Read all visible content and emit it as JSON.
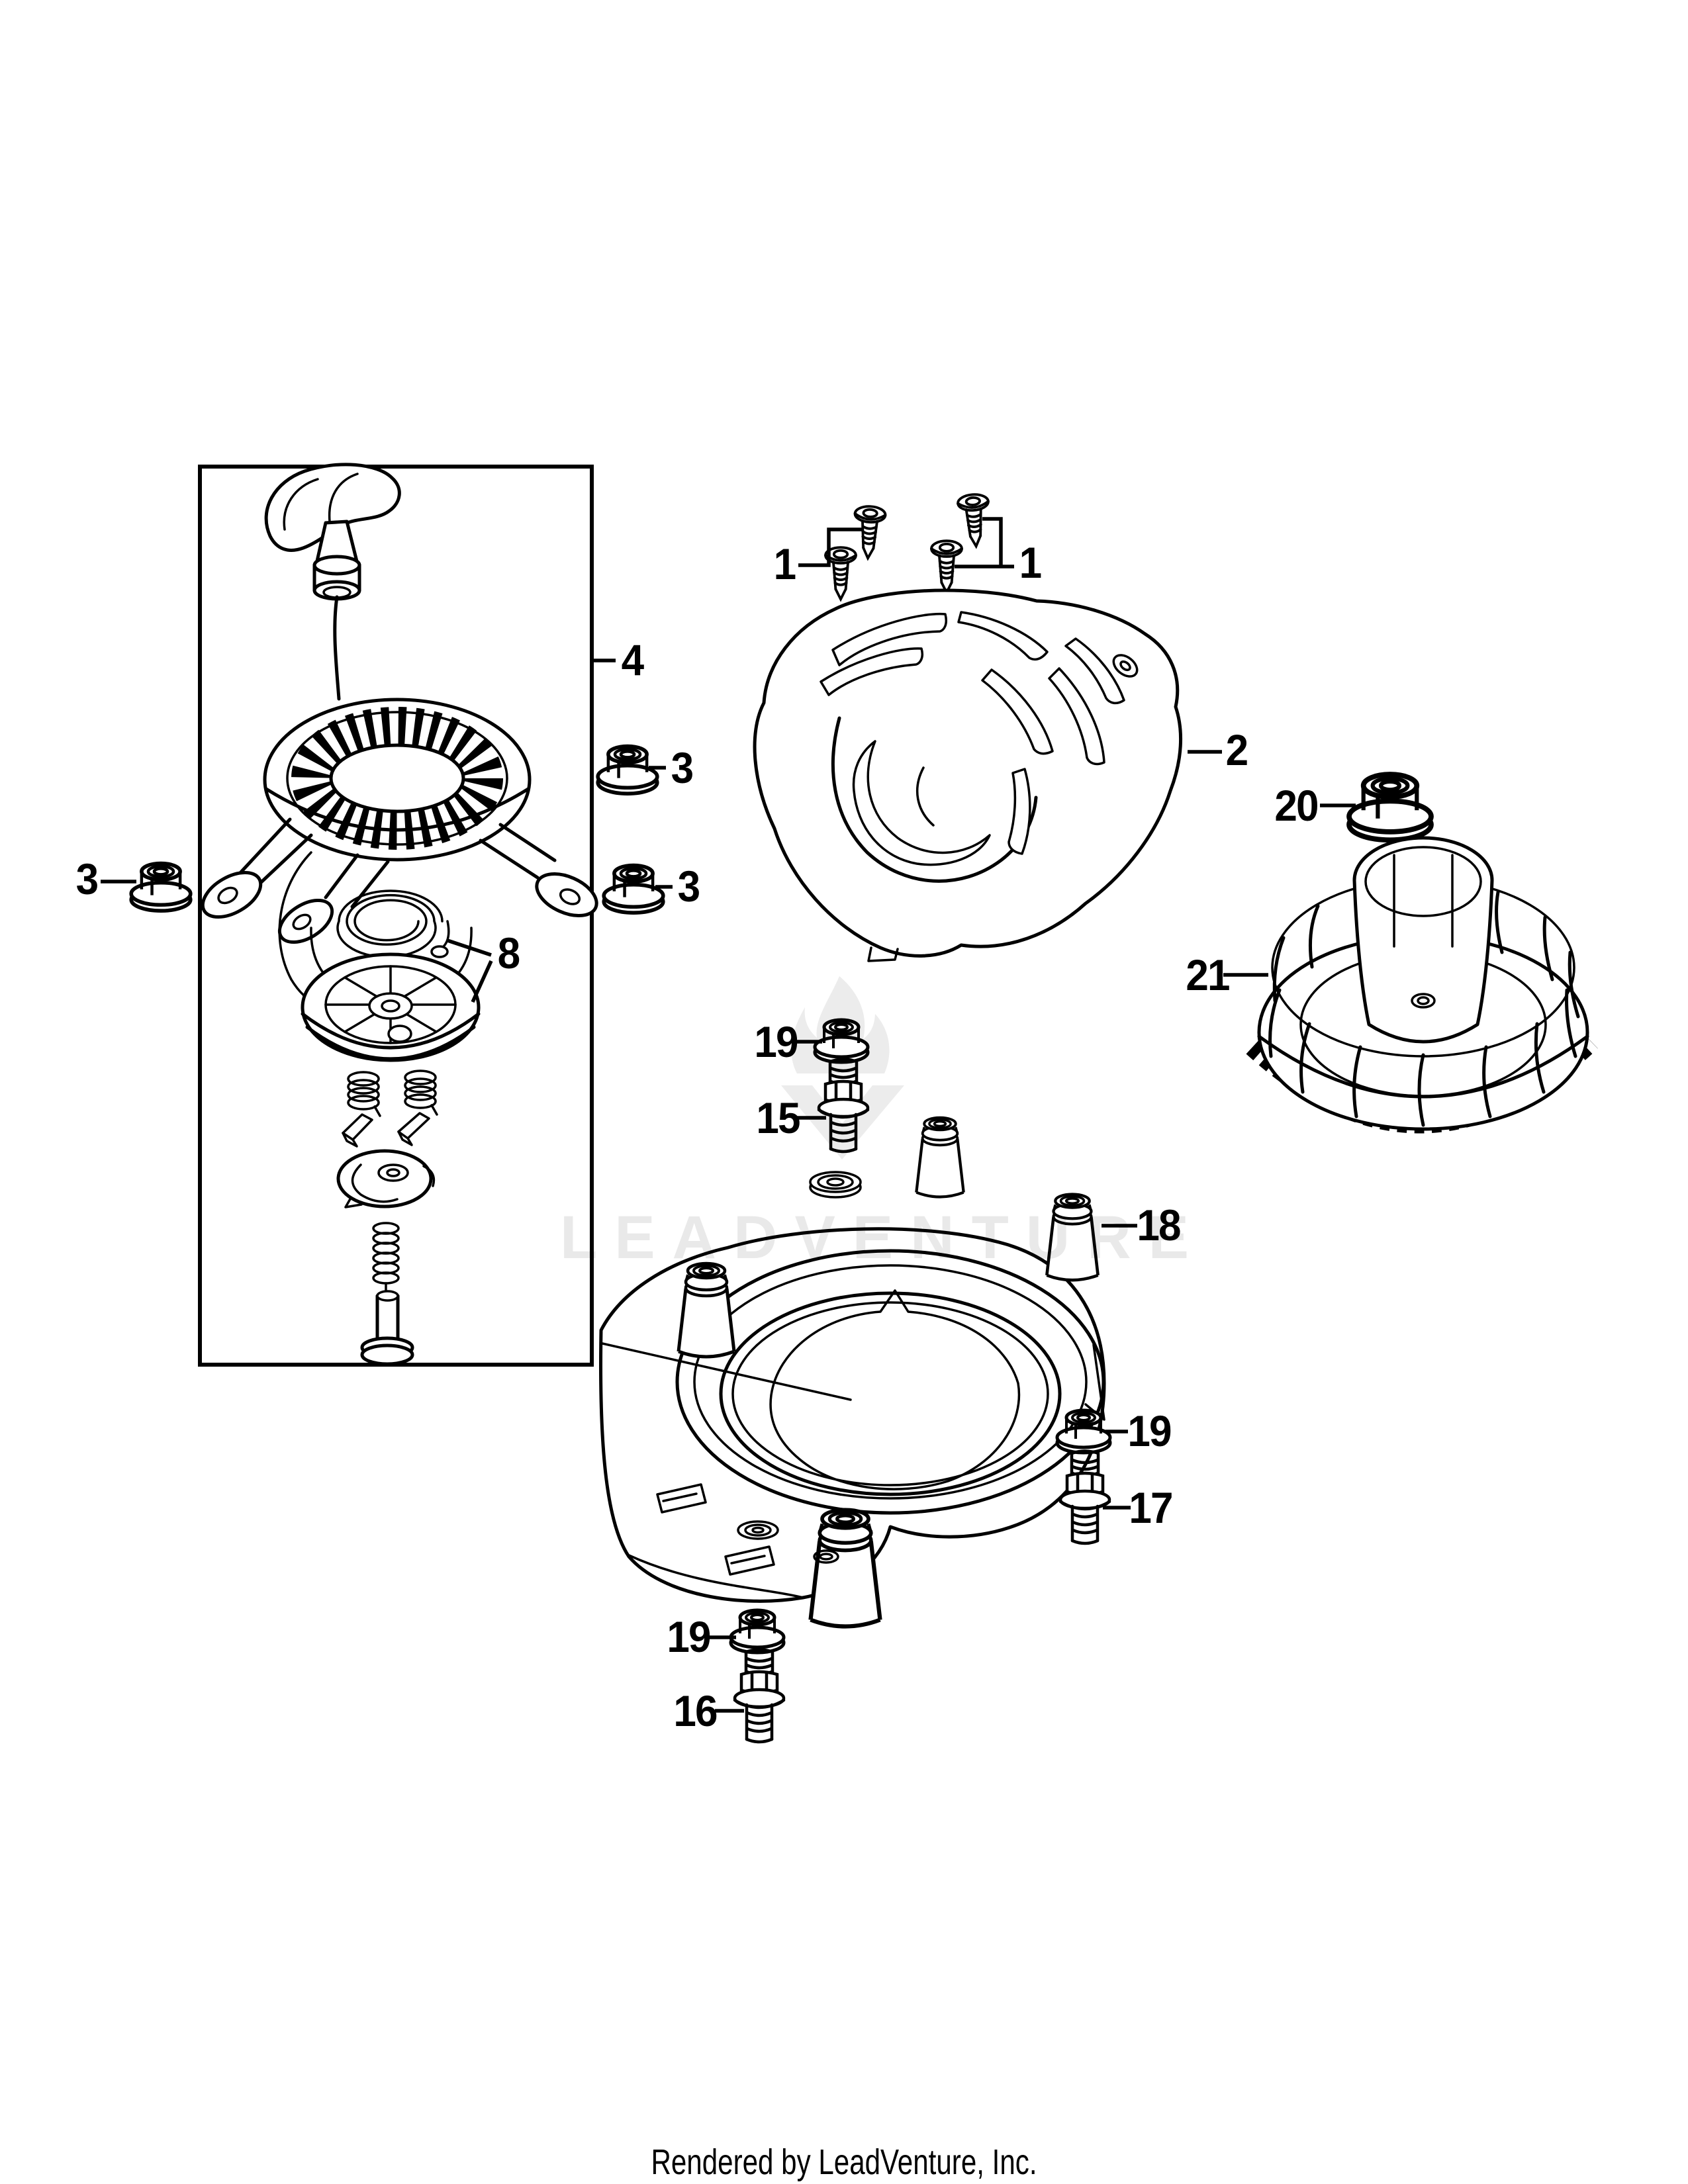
{
  "page": {
    "background": "#ffffff",
    "line_color": "#000000",
    "watermark_color": "#e9e9e9"
  },
  "watermark": {
    "text": "LEADVENTURE",
    "logo": "flame-v-logo"
  },
  "footer": {
    "text": "Rendered by LeadVenture, Inc."
  },
  "callouts": [
    {
      "label": "1",
      "part": "blower-housing-screw-left-pair"
    },
    {
      "label": "1",
      "part": "blower-housing-screw-right-pair"
    },
    {
      "label": "2",
      "part": "blower-housing"
    },
    {
      "label": "3",
      "part": "flange-lock-nut-left"
    },
    {
      "label": "3",
      "part": "flange-lock-nut-middle"
    },
    {
      "label": "3",
      "part": "flange-lock-nut-lower"
    },
    {
      "label": "4",
      "part": "recoil-starter-assembly"
    },
    {
      "label": "8",
      "part": "starter-spring-and-pulley"
    },
    {
      "label": "15",
      "part": "stud-bolt-top"
    },
    {
      "label": "16",
      "part": "stud-bolt-bottom"
    },
    {
      "label": "17",
      "part": "stud-bolt-right"
    },
    {
      "label": "18",
      "part": "heat-shield-base"
    },
    {
      "label": "19",
      "part": "flange-nut-top"
    },
    {
      "label": "19",
      "part": "flange-nut-right"
    },
    {
      "label": "19",
      "part": "flange-nut-bottom"
    },
    {
      "label": "20",
      "part": "flywheel-nut"
    },
    {
      "label": "21",
      "part": "flywheel"
    }
  ]
}
